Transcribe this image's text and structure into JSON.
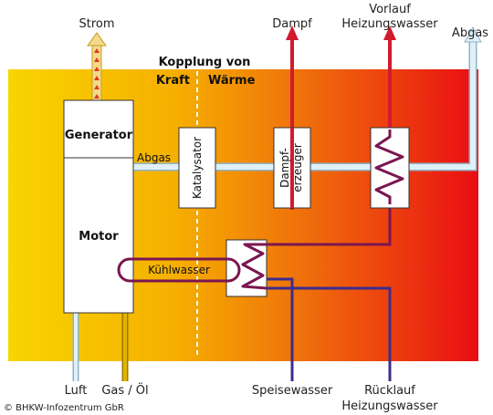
{
  "labels": {
    "strom": "Strom",
    "dampf": "Dampf",
    "vorlauf_1": "Vorlauf",
    "vorlauf_2": "Heizungswasser",
    "abgas_out": "Abgas",
    "title_1": "Kopplung von",
    "title_kraft": "Kraft",
    "title_waerme": "Wärme",
    "generator": "Generator",
    "motor": "Motor",
    "abgas_inner": "Abgas",
    "katalysator": "Katalysator",
    "dampf_1": "Dampf-",
    "dampf_2": "erzeuger",
    "kuehlwasser": "Kühlwasser",
    "luft": "Luft",
    "gas_oel": "Gas / Öl",
    "speisewasser": "Speisewasser",
    "ruecklauf_1": "Rücklauf",
    "ruecklauf_2": "Heizungswasser",
    "copyright": "© BHKW-Infozentrum GbR"
  },
  "colors": {
    "bg_left": "#f7cf00",
    "bg_mid": "#f08a10",
    "bg_right": "#ea1010",
    "steam": "#d61b30",
    "return_water": "#3a2a8a",
    "heat_exchanger": "#7a1650",
    "exhaust": "#d6ecf6",
    "fuel": "#d4a800",
    "electric": "#f0d070"
  }
}
